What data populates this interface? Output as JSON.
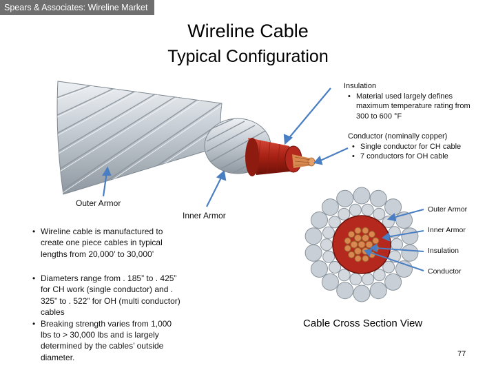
{
  "header": {
    "banner": "Spears & Associates:  Wireline Market"
  },
  "slide": {
    "title": "Wireline Cable",
    "subtitle": "Typical Configuration",
    "page_number": "77"
  },
  "callouts": {
    "insulation": {
      "title": "Insulation",
      "bullets": [
        "Material used largely defines maximum temperature rating from 300 to 600 °F"
      ]
    },
    "conductor": {
      "title": "Conductor (nominally copper)",
      "bullets": [
        "Single conductor for CH cable",
        "7 conductors for OH cable"
      ]
    }
  },
  "image_labels": {
    "outer_armor": "Outer Armor",
    "inner_armor": "Inner Armor"
  },
  "facts": [
    "Wireline cable is manufactured to create one piece cables in typical lengths from 20,000’ to 30,000’",
    "Diameters range from . 185” to . 425” for CH work (single conductor) and . 325” to . 522” for OH (multi conductor) cables",
    "Breaking strength varies from 1,000 lbs to > 30,000 lbs and is largely determined by the cables’ outside diameter."
  ],
  "cross_section": {
    "labels": {
      "outer_armor": "Outer Armor",
      "inner_armor": "Inner Armor",
      "insulation": "Insulation",
      "conductor": "Conductor"
    },
    "caption": "Cable Cross Section View"
  },
  "colors": {
    "banner_bg": "#6f6f6f",
    "arrow": "#4a7ec2",
    "steel": "#c9cfd6",
    "insulation_red": "#b5281d",
    "copper": "#d9894f"
  }
}
